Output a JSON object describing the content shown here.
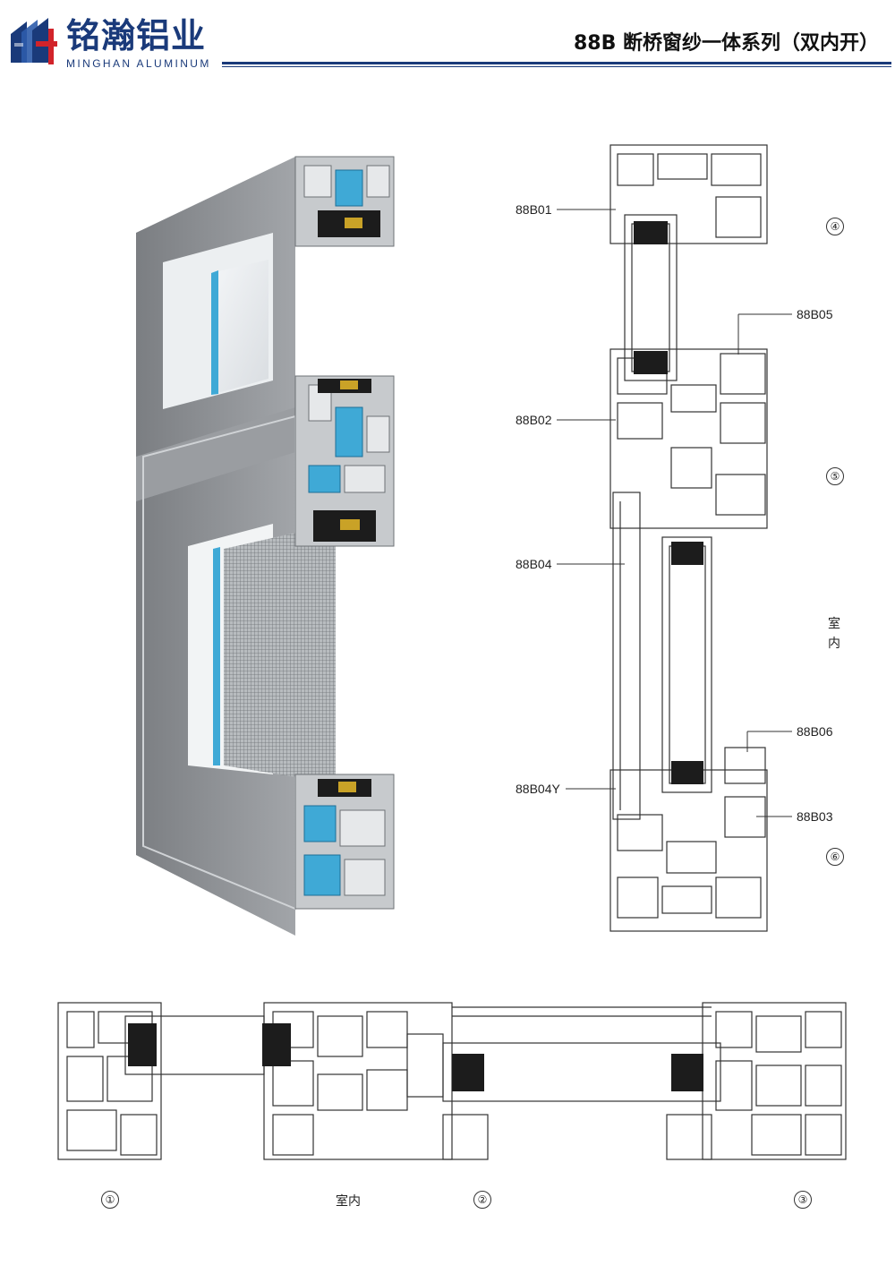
{
  "header": {
    "brand_cn": "铭瀚铝业",
    "brand_en": "MINGHAN ALUMINUM",
    "title": "88B 断桥窗纱一体系列（双内开）",
    "brand_color": "#1a3a7a"
  },
  "vertical_section": {
    "labels": {
      "b01": "88B01",
      "b02": "88B02",
      "b04": "88B04",
      "b04y": "88B04Y",
      "b05": "88B05",
      "b06": "88B06",
      "b03": "88B03"
    },
    "markers": {
      "m4": "④",
      "m5": "⑤",
      "m6": "⑥"
    },
    "room_top": "室",
    "room_bottom": "内"
  },
  "horizontal_section": {
    "markers": {
      "m1": "①",
      "m2": "②",
      "m3": "③"
    },
    "room": "室内"
  },
  "colors": {
    "profile_gray": "#8a8d91",
    "thermal_break_blue": "#3fa9d6",
    "gasket_black": "#1c1c1c",
    "hardware_gold": "#c9a227"
  }
}
